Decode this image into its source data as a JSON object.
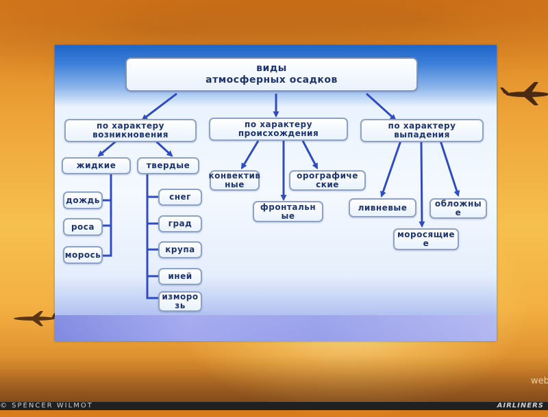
{
  "background": {
    "credit_left": "© SPENCER WILMOT",
    "credit_right": "AIRLINERS",
    "watermark": "web"
  },
  "diagram": {
    "title": "виды\nатмосферных осадков",
    "categories": {
      "origin": "по характеру\nвозникновения",
      "formation": "по характеру\nпроисхождения",
      "falling": "по характеру\nвыпадения"
    },
    "origin": {
      "liquid": "жидкие",
      "solid": "твердые",
      "liquid_items": [
        "дождь",
        "роса",
        "морось"
      ],
      "solid_items": [
        "снег",
        "град",
        "крупа",
        "иней",
        "изморо\nзь"
      ]
    },
    "formation_items": {
      "convective": "конвектив\nные",
      "frontal": "фронтальн\nые",
      "orographic": "орографиче\nские"
    },
    "falling_items": {
      "showers": "ливневые",
      "drizzle": "моросящие\nе",
      "overcast": "обложны\nе"
    }
  },
  "colors": {
    "connector": "#2f4cc2",
    "box_border": "#8ea2c6",
    "box_text": "#1e3470"
  }
}
